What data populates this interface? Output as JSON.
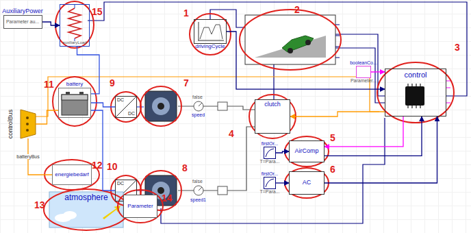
{
  "diagram": {
    "nodes": [
      {
        "text": [
          "AuxiliaryPower",
          "Parameter au..."
        ]
      },
      {
        "text": [
          "auxiliaryLoad"
        ]
      },
      {
        "text": [
          "drivingCycle"
        ]
      },
      {
        "text": [
          "booleanCo...",
          "Parameter..."
        ]
      },
      {
        "text": [
          "control"
        ]
      },
      {
        "text": [
          "battery"
        ]
      },
      {
        "text": [
          "DC",
          "DC"
        ]
      },
      {
        "text": [
          "clutch"
        ]
      },
      {
        "text": [
          "firstOr...",
          "T=Para..."
        ]
      },
      {
        "text": [
          "AirComp"
        ]
      },
      {
        "text": [
          "DC",
          "DC"
        ]
      },
      {
        "text": [
          "firstOr...",
          "T=Para..."
        ]
      },
      {
        "text": [
          "AC"
        ]
      },
      {
        "text": [
          "controlBus"
        ]
      },
      {
        "text": [
          "energiebedarf"
        ]
      },
      {
        "text": [
          "atmosphere"
        ]
      },
      {
        "text": [
          "Parameter"
        ]
      }
    ],
    "edges": [
      {
        "from": 0,
        "to": 1,
        "arrow": "to"
      },
      {
        "from": 5,
        "to": 1,
        "arrow": "none"
      },
      {
        "from": 5,
        "to": 6,
        "arrow": "none"
      },
      {
        "from": 5,
        "to": 10,
        "arrow": "none"
      },
      {
        "from": 2,
        "to": 4,
        "arrow": "to"
      },
      {
        "from": 3,
        "to": 4,
        "arrow": "to"
      },
      {
        "from": 4,
        "to": 7,
        "arrow": "to"
      },
      {
        "from": 4,
        "to": 9,
        "arrow": "to"
      },
      {
        "from": 8,
        "to": 9,
        "arrow": "to"
      },
      {
        "from": 11,
        "to": 12,
        "arrow": "to"
      },
      {
        "from": 9,
        "to": 4,
        "arrow": "to"
      },
      {
        "from": 12,
        "to": 4,
        "arrow": "to"
      },
      {
        "from": 13,
        "to": 14,
        "label": "batteryBus",
        "arrow": "none"
      },
      {
        "from": 13,
        "to": 5,
        "arrow": "none"
      }
    ],
    "labels": [
      "15",
      "1",
      "2",
      "3",
      "9",
      "7",
      "4",
      "11",
      "5",
      "10",
      "8",
      "6",
      "12",
      "13",
      "14",
      "false",
      "speed",
      "false",
      "speed1"
    ]
  }
}
